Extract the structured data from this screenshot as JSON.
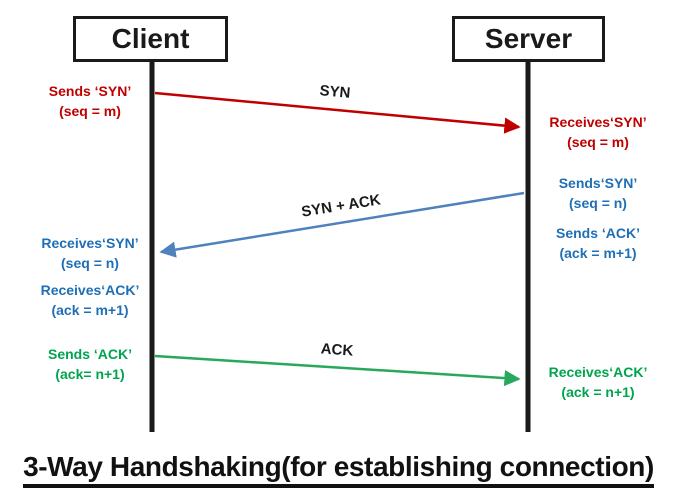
{
  "diagram": {
    "title": "3-Way Handshaking(for establishing connection)",
    "actors": {
      "client": "Client",
      "server": "Server"
    },
    "messages": {
      "syn": "SYN",
      "syn_ack": "SYN + ACK",
      "ack": "ACK"
    },
    "annotations": {
      "client": [
        {
          "line1": "Sends ‘SYN’",
          "line2": "(seq = m)"
        },
        {
          "line1": "Receives‘SYN’",
          "line2": "(seq = n)"
        },
        {
          "line1": "Receives‘ACK’",
          "line2": "(ack = m+1)"
        },
        {
          "line1": "Sends ‘ACK’",
          "line2": "(ack= n+1)"
        }
      ],
      "server": [
        {
          "line1": "Receives‘SYN’",
          "line2": "(seq = m)"
        },
        {
          "line1": "Sends‘SYN’",
          "line2": "(seq = n)"
        },
        {
          "line1": "Sends ‘ACK’",
          "line2": "(ack = m+1)"
        },
        {
          "line1": "Receives‘ACK’",
          "line2": "(ack = n+1)"
        }
      ]
    },
    "colors": {
      "syn_arrow": "#c00000",
      "syn_ack_arrow": "#4f81bd",
      "ack_arrow": "#27a85c",
      "red_text": "#c00000",
      "blue_text": "#1e6fb5",
      "green_text": "#00a44f",
      "lifeline": "#1a1a1a"
    }
  }
}
